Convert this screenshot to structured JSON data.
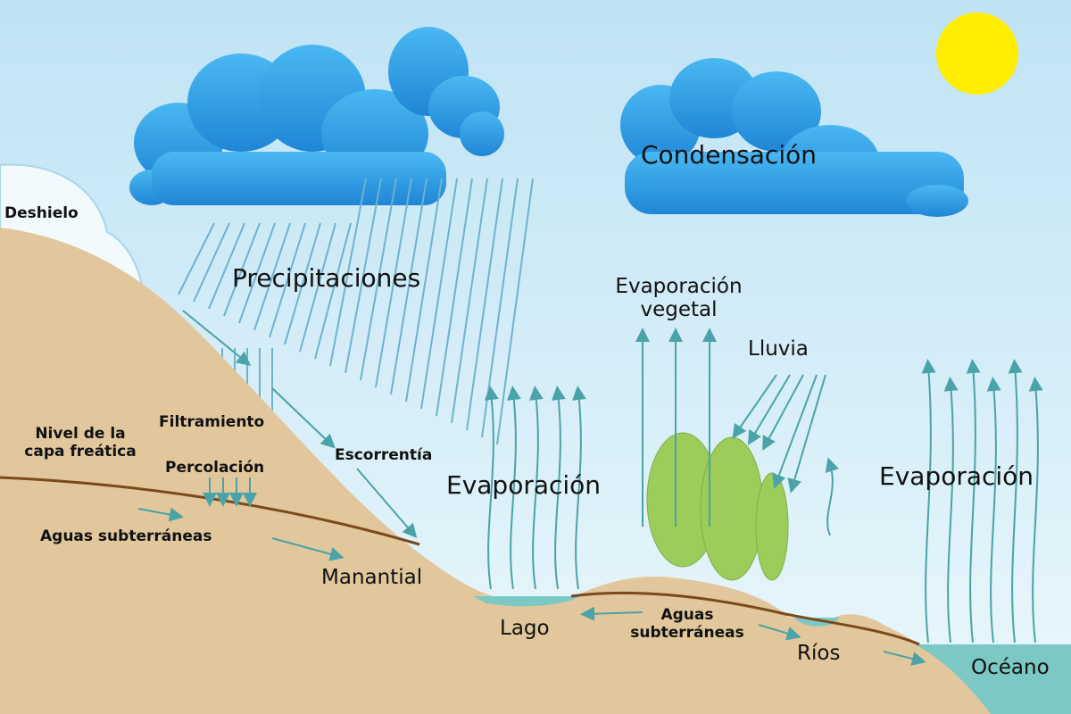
{
  "title": "Ciclo del agua",
  "labels": {
    "deshielo": "Deshielo",
    "precipitaciones": "Precipitaciones",
    "condensacion": "Condensación",
    "evaporacion_vegetal_1": "Evaporación",
    "evaporacion_vegetal_2": "vegetal",
    "lluvia": "Lluvia",
    "evaporacion_lago": "Evaporación",
    "evaporacion_oceano": "Evaporación",
    "nivel_1": "Nivel de la",
    "nivel_2": "capa freática",
    "filtramiento": "Filtramiento",
    "percolacion": "Percolación",
    "escorrentia": "Escorrentía",
    "aguas_subterraneas_1": "Aguas subterráneas",
    "manantial": "Manantial",
    "lago": "Lago",
    "aguas_subterraneas_2a": "Aguas",
    "aguas_subterraneas_2b": "subterráneas",
    "rios": "Ríos",
    "oceano": "Océano"
  },
  "colors": {
    "sky_top": "#bfe3f4",
    "sky_bottom": "#eaf7fc",
    "ground": "#e2c79d",
    "water_table": "#7a4a1a",
    "cloud": "#2f9fe6",
    "sun": "#ffee00",
    "water": "#7cc8c4",
    "arrow": "#4aa3a8",
    "tree": "#9ccc5a"
  }
}
